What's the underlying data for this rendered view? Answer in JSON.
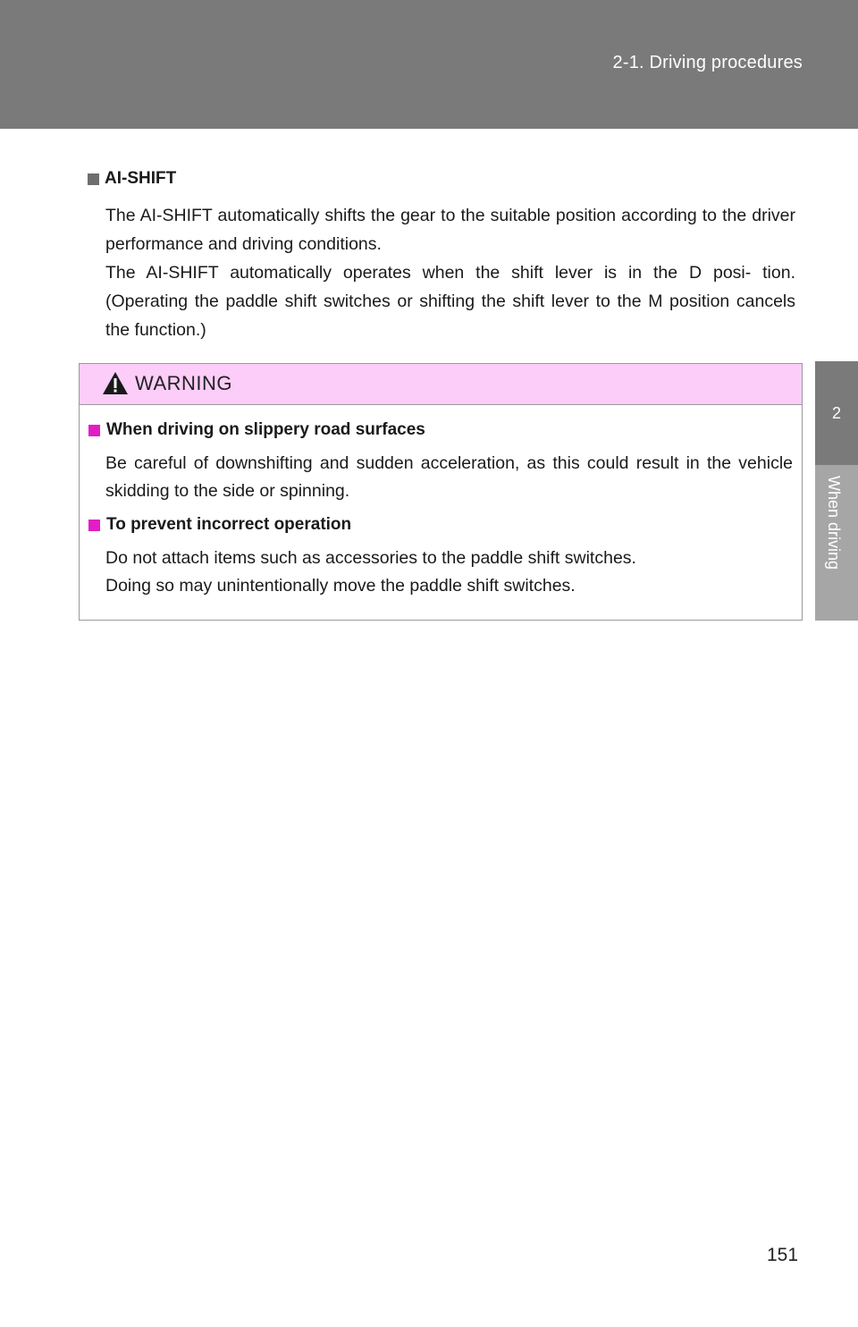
{
  "header": {
    "title": "2-1. Driving procedures"
  },
  "side_tab": {
    "chapter_number": "2",
    "chapter_title": "When driving"
  },
  "section": {
    "heading": "AI-SHIFT",
    "paragraphs": [
      "The AI-SHIFT automatically shifts the gear to the suitable position according to the driver performance and driving conditions.",
      "The AI-SHIFT automatically operates when the shift lever is in the D posi- tion. (Operating the paddle shift switches or shifting the shift lever to the M position cancels the function.)"
    ]
  },
  "warning": {
    "title": "WARNING",
    "items": [
      {
        "heading": "When driving on slippery road surfaces",
        "paragraphs": [
          "Be careful of downshifting and sudden acceleration, as this could result in the vehicle skidding to the side or spinning."
        ]
      },
      {
        "heading": "To prevent incorrect operation",
        "paragraphs": [
          "Do not attach items such as accessories to the paddle shift switches.",
          "Doing so may unintentionally move the paddle shift switches."
        ]
      }
    ]
  },
  "page_number": "151",
  "colors": {
    "header_bg": "#7a7a7a",
    "warning_header_bg": "#fccdf8",
    "warning_bullet": "#e11ec4"
  }
}
